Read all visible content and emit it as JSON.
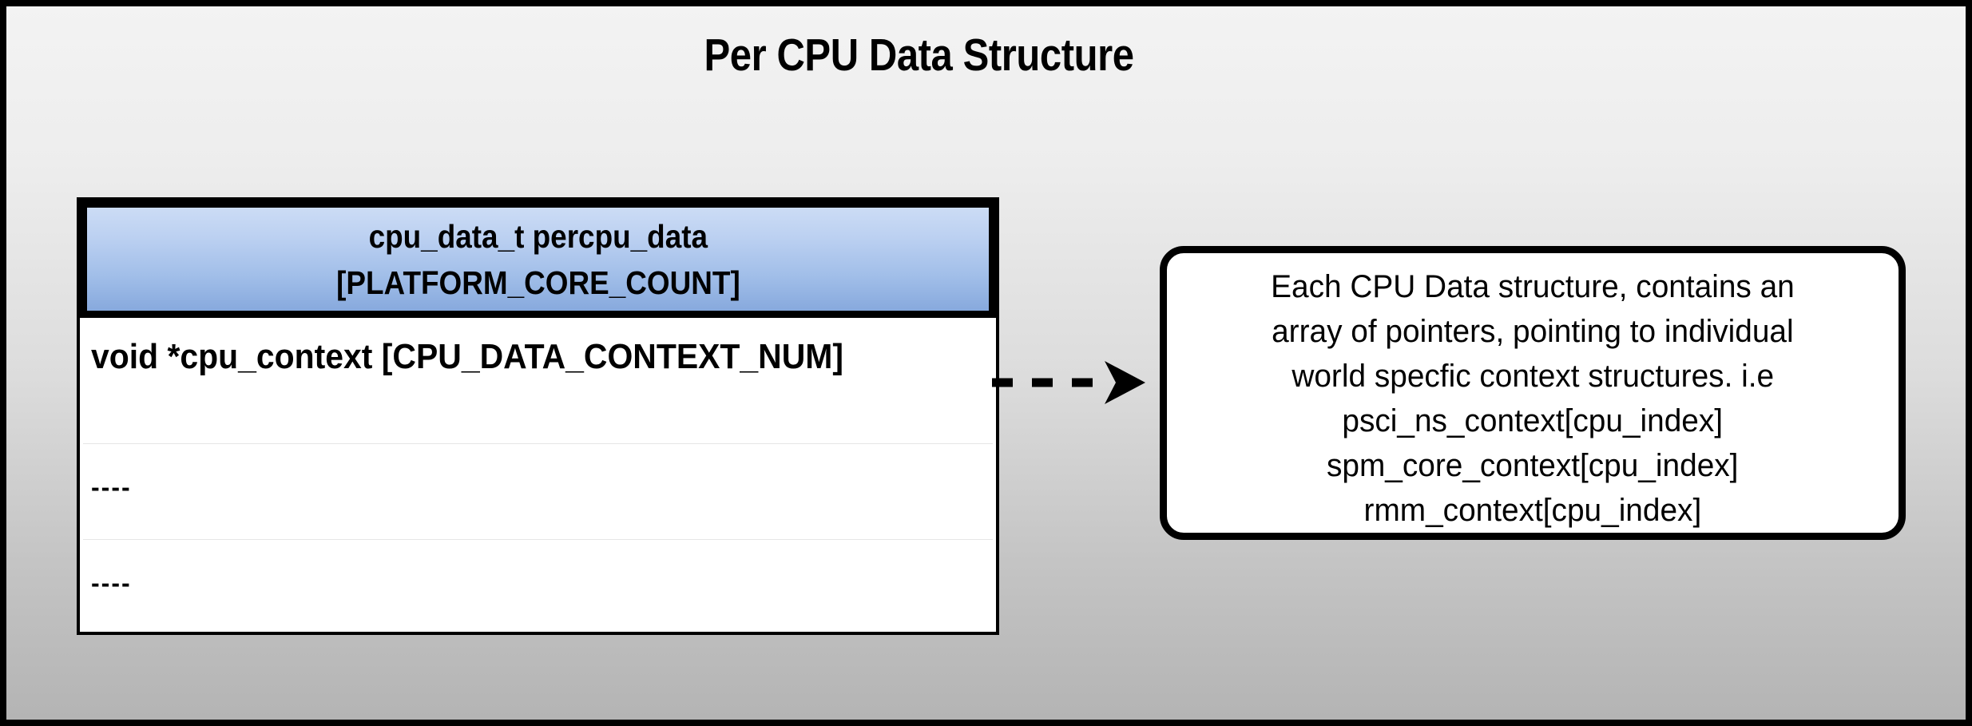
{
  "page": {
    "title": "Per CPU Data Structure",
    "background_top_color": "#f3f3f3",
    "background_bottom_color": "#b4b4b4",
    "border_color": "#000000"
  },
  "struct_table": {
    "header": {
      "line1": "cpu_data_t percpu_data",
      "line2": "[PLATFORM_CORE_COUNT]",
      "gradient_top_color": "#ccdcf5",
      "gradient_bottom_color": "#87a9dd",
      "border_color": "#000000"
    },
    "rows": [
      {
        "label": "void *cpu_context [CPU_DATA_CONTEXT_NUM]"
      },
      {
        "label": "----"
      },
      {
        "label": "----"
      }
    ]
  },
  "connector": {
    "style": "dashed-arrow",
    "direction": "right",
    "color": "#000000"
  },
  "note": {
    "lines": [
      "Each CPU Data structure, contains an",
      "array of pointers, pointing to individual",
      "world specfic context structures. i.e",
      "psci_ns_context[cpu_index]",
      "spm_core_context[cpu_index]",
      "rmm_context[cpu_index]"
    ],
    "border_color": "#000000",
    "background_color": "#ffffff"
  }
}
